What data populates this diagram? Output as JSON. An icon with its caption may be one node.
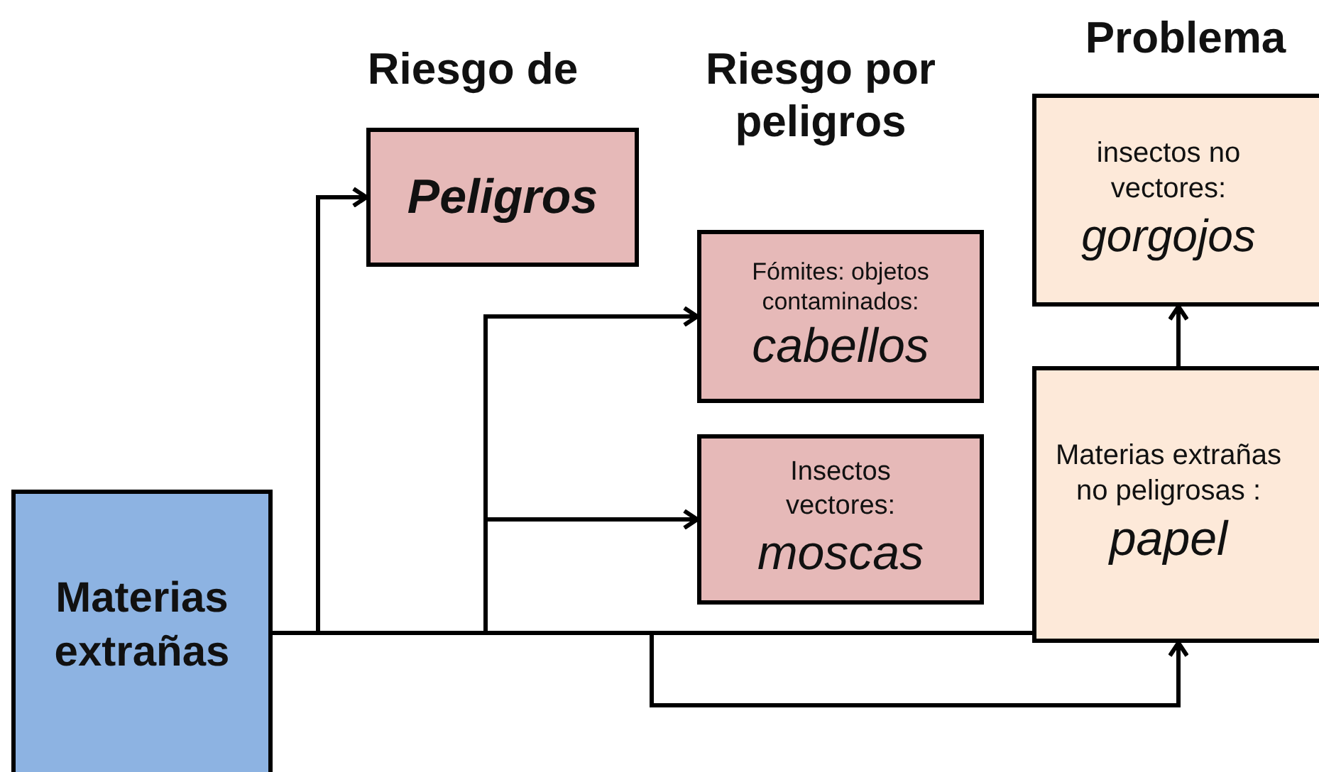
{
  "diagram": {
    "nodes": [
      {
        "text": [
          "Materias extrañas"
        ]
      },
      {
        "text": [
          "Peligros"
        ]
      },
      {
        "text": [
          "Fómites: objetos contaminados:",
          "cabellos"
        ]
      },
      {
        "text": [
          "Insectos vectores:",
          "moscas"
        ]
      },
      {
        "text": [
          "insectos no vectores:",
          "gorgojos"
        ]
      },
      {
        "text": [
          "Materias extrañas no peligrosas :",
          "papel"
        ]
      }
    ],
    "edges": [
      {
        "from": 0,
        "to": 1,
        "arrow": "to"
      },
      {
        "from": 0,
        "to": 2,
        "arrow": "to"
      },
      {
        "from": 0,
        "to": 3,
        "arrow": "to"
      },
      {
        "from": 0,
        "to": 5,
        "arrow": "none"
      },
      {
        "from": 0,
        "to": 5,
        "arrow": "to"
      },
      {
        "from": 5,
        "to": 4,
        "arrow": "to"
      }
    ],
    "labels": [
      "Riesgo de",
      "Riesgo por peligros",
      "Problema"
    ]
  }
}
